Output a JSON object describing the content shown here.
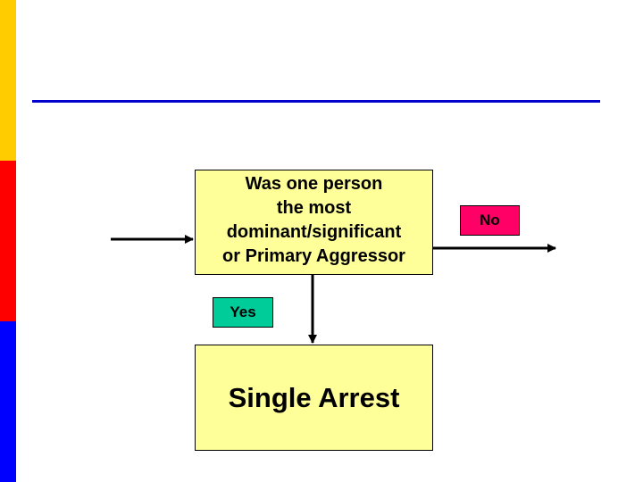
{
  "colors": {
    "sidebar_top": "#ffcc00",
    "sidebar_middle": "#ff0000",
    "sidebar_bottom": "#0000ff",
    "title_rule": "#0000cc",
    "box_fill": "#ffff99",
    "no_tag_fill": "#ff0066",
    "yes_tag_fill": "#00cc99",
    "arrow": "#000000"
  },
  "diagram": {
    "question": "Was one person \nthe most\ndominant/significant\nor Primary Aggressor",
    "no_label": "No",
    "yes_label": "Yes",
    "result": "Single Arrest"
  }
}
